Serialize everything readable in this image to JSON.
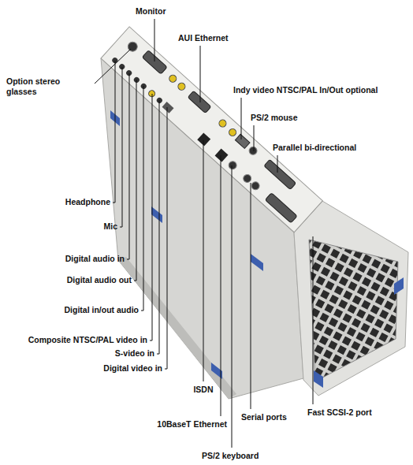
{
  "diagram": {
    "labels": [
      "Monitor",
      "AUI Ethernet",
      "Option stereo glasses",
      "Indy video NTSC/PAL In/Out optional",
      "PS/2 mouse",
      "Parallel bi-directional",
      "Headphone",
      "Mic",
      "Digital audio in",
      "Digital audio out",
      "Digital in/out audio",
      "Composite NTSC/PAL video in",
      "S-video in",
      "Digital video in",
      "ISDN",
      "Serial ports",
      "Fast SCSI-2 port",
      "10BaseT Ethernet",
      "PS/2 keyboard"
    ]
  }
}
